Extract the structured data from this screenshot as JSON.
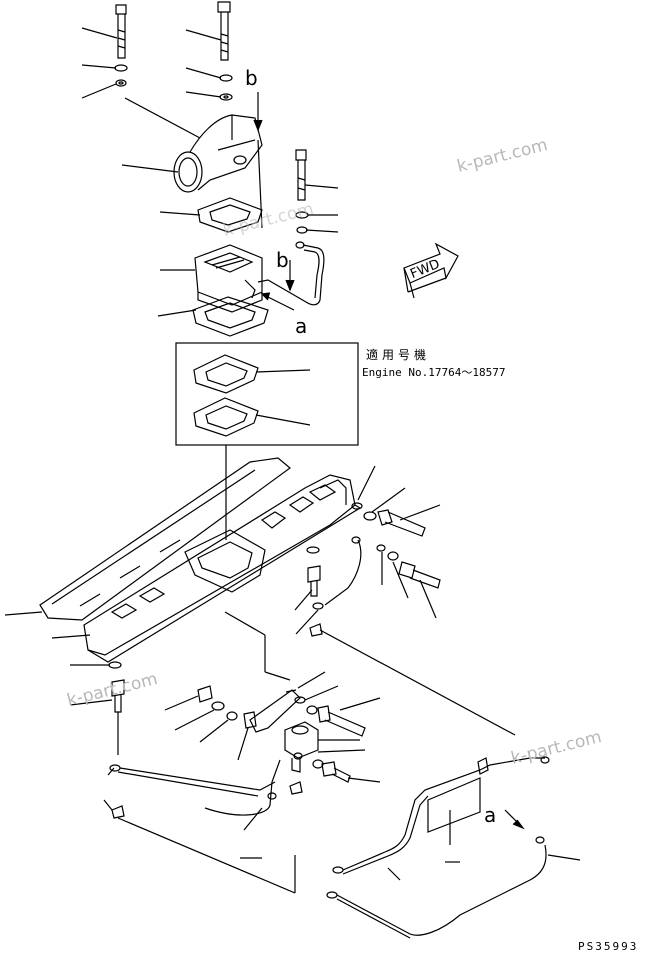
{
  "labels": {
    "callout_b_top": "b",
    "callout_b_mid": "b",
    "callout_a_mid": "a",
    "callout_a_low": "a",
    "fwd": "FWD"
  },
  "serial_note": {
    "line1": "適用号機",
    "line2": "Engine No.17764～18577"
  },
  "watermarks": [
    "k-part.com",
    "k-part.com",
    "k-part.com",
    "k-part.com"
  ],
  "figure_code": "PS35993"
}
